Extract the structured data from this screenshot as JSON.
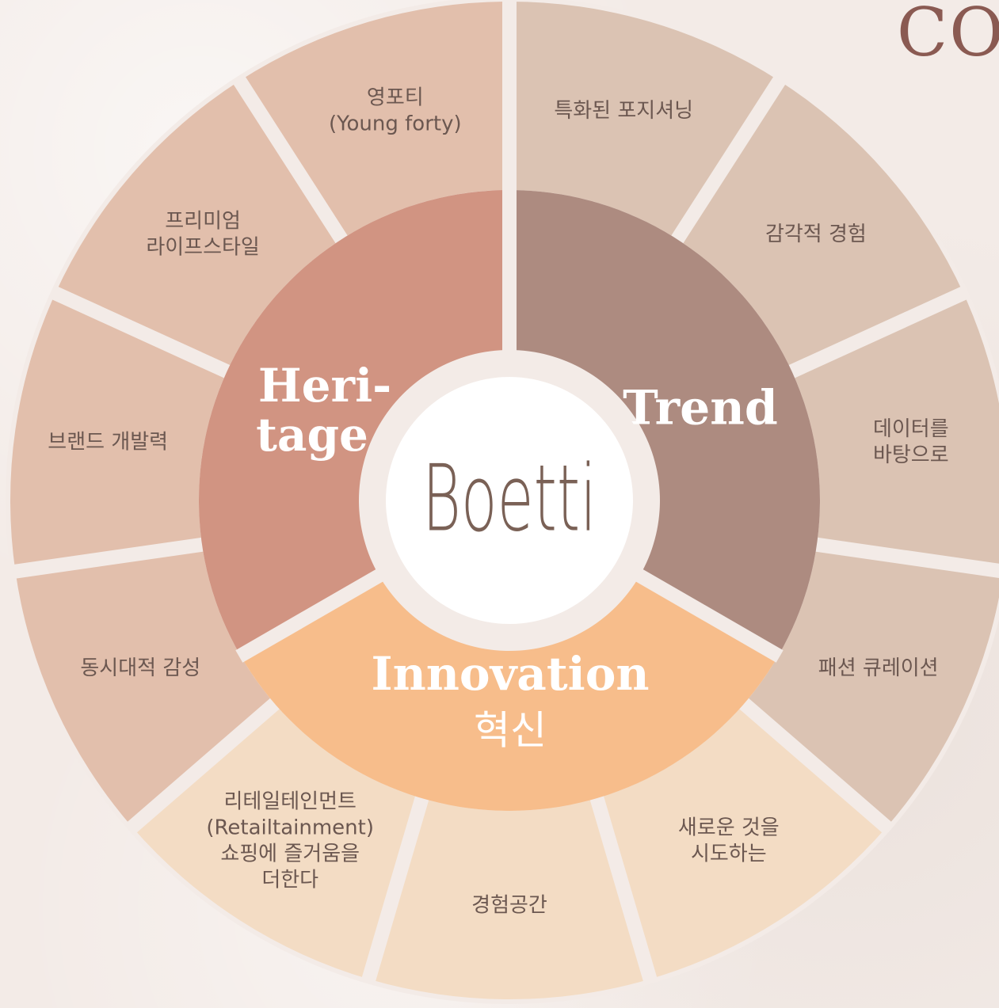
{
  "corner_title": "CO",
  "brand": "Boetti",
  "colors": {
    "background": "#f3ebe7",
    "ring_gap": "#f3ebe7",
    "heritage_core": "#d19482",
    "trend_core": "#ad8b80",
    "innovation_core": "#f7bd8b",
    "heritage_outer": "#e2bfac",
    "trend_outer": "#dbc3b3",
    "innovation_outer": "#f3dcc4",
    "center": "#ffffff",
    "brand_text": "#7a6156"
  },
  "core": {
    "heritage": [
      "Heri-",
      "tage"
    ],
    "trend": "Trend",
    "innovation_en": "Innovation",
    "innovation_kr": "혁신"
  },
  "outer_segments": [
    {
      "group": "trend",
      "lines": [
        "특화된 포지셔닝"
      ]
    },
    {
      "group": "trend",
      "lines": [
        "감각적 경험"
      ]
    },
    {
      "group": "trend",
      "lines": [
        "데이터를",
        "바탕으로"
      ]
    },
    {
      "group": "trend",
      "lines": [
        "패션 큐레이션"
      ]
    },
    {
      "group": "innovation",
      "lines": [
        "새로운 것을",
        "시도하는"
      ]
    },
    {
      "group": "innovation",
      "lines": [
        "경험공간"
      ]
    },
    {
      "group": "innovation",
      "lines": [
        "리테일테인먼트",
        "(Retailtainment)",
        "쇼핑에 즐거움을",
        "더한다"
      ]
    },
    {
      "group": "heritage",
      "lines": [
        "동시대적 감성"
      ]
    },
    {
      "group": "heritage",
      "lines": [
        "브랜드 개발력"
      ]
    },
    {
      "group": "heritage",
      "lines": [
        "프리미엄",
        "라이프스타일"
      ]
    },
    {
      "group": "heritage",
      "lines": [
        "영포티",
        "(Young forty)"
      ]
    }
  ]
}
